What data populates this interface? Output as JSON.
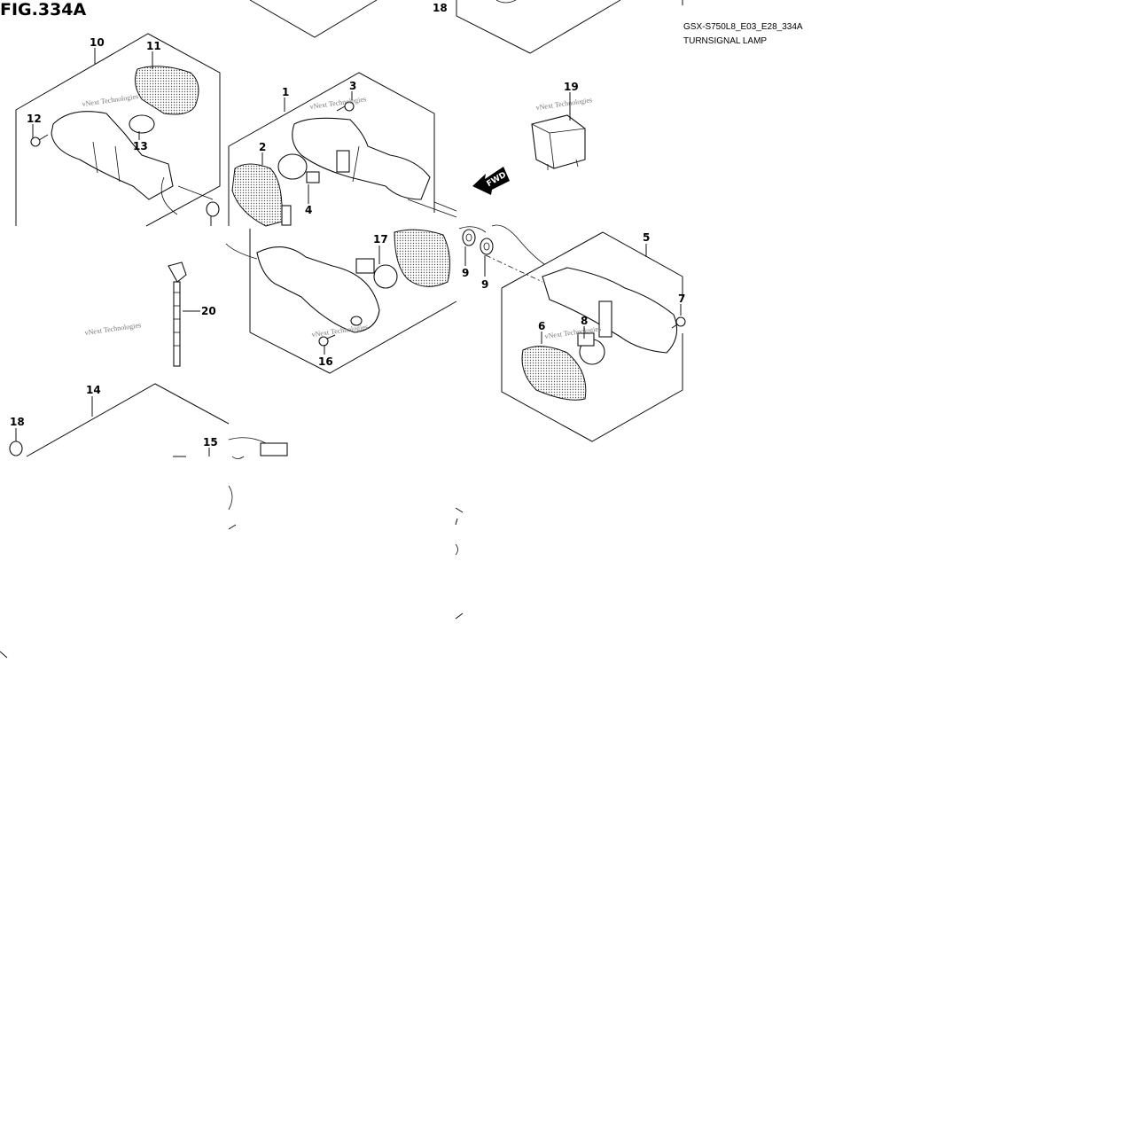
{
  "figure": {
    "title": "FIG.334A",
    "code": "GSX-S750L8_E03_E28_334A",
    "name": "TURNSIGNAL LAMP"
  },
  "callouts": [
    "10",
    "11",
    "12",
    "13",
    "1",
    "3",
    "2",
    "4",
    "19",
    "18",
    "17",
    "9",
    "9",
    "5",
    "7",
    "6",
    "8",
    "20",
    "16",
    "14",
    "18",
    "15"
  ],
  "watermark": "vNext Technologies",
  "direction_label": "FWD"
}
